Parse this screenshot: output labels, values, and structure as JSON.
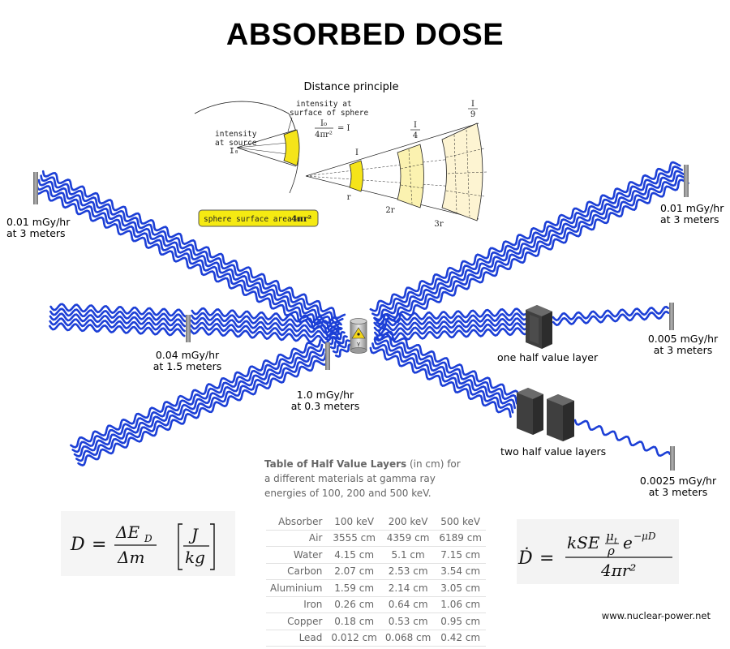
{
  "title": "ABSORBED DOSE",
  "inset": {
    "heading": "Distance principle",
    "intensity_at_source_line1": "intensity",
    "intensity_at_source_line2": "at source",
    "source_symbol": "I₀",
    "intensity_surface_line1": "intensity at",
    "intensity_surface_line2": "surface of sphere",
    "formula_numerator": "I₀",
    "formula_denominator": "4πr²",
    "formula_result": "= I",
    "label_I": "I",
    "label_I4_num": "I",
    "label_I4_den": "4",
    "label_I9_num": "I",
    "label_I9_den": "9",
    "label_r": "r",
    "label_2r": "2r",
    "label_3r": "3r",
    "sphere_area_text": "sphere surface area  =",
    "sphere_area_formula": "4πr²"
  },
  "source_symbol": "γ",
  "labels": {
    "upper_left_dose": "0.01 mGy/hr",
    "upper_left_dist": "at 3 meters",
    "upper_right_dose": "0.01 mGy/hr",
    "upper_right_dist": "at 3 meters",
    "mid_left_dose": "0.04 mGy/hr",
    "mid_left_dist": "at 1.5 meters",
    "near_dose": "1.0 mGy/hr",
    "near_dist": "at 0.3 meters",
    "mid_right_dose": "0.005 mGy/hr",
    "mid_right_dist": "at 3 meters",
    "one_hvl": "one half value layer",
    "two_hvl": "two half value layers",
    "lower_right_dose": "0.0025 mGy/hr",
    "lower_right_dist": "at 3 meters"
  },
  "hvl_caption": {
    "bold": "Table of Half Value Layers",
    "rest": " (in cm) for a different materials at gamma ray energies of 100, 200 and 500 keV."
  },
  "hvl_table": {
    "header": [
      "Absorber",
      "100 keV",
      "200 keV",
      "500 keV"
    ],
    "rows": [
      [
        "Air",
        "3555 cm",
        "4359 cm",
        "6189 cm"
      ],
      [
        "Water",
        "4.15 cm",
        "5.1 cm",
        "7.15 cm"
      ],
      [
        "Carbon",
        "2.07 cm",
        "2.53 cm",
        "3.54 cm"
      ],
      [
        "Aluminium",
        "1.59 cm",
        "2.14 cm",
        "3.05 cm"
      ],
      [
        "Iron",
        "0.26 cm",
        "0.64 cm",
        "1.06 cm"
      ],
      [
        "Copper",
        "0.18 cm",
        "0.53 cm",
        "0.95 cm"
      ],
      [
        "Lead",
        "0.012 cm",
        "0.068 cm",
        "0.42 cm"
      ]
    ]
  },
  "formula_left": {
    "lhs": "D",
    "eq": "=",
    "num": "ΔE",
    "num_sub": "D",
    "den": "Δm",
    "unit_num": "J",
    "unit_den": "kg"
  },
  "formula_right": {
    "lhs": "Ḋ",
    "eq": "=",
    "num_prefix": "kSE",
    "frac_num": "μ",
    "frac_num_sub": "t",
    "frac_den": "ρ",
    "exp_base": "e",
    "exp": "−μD",
    "den": "4πr²"
  },
  "website": "www.nuclear-power.net",
  "colors": {
    "wave": "#1c3fd6",
    "detector": "#8c8c8c",
    "shield": "#4a4a4a",
    "inset_yellow": "#f5e41a",
    "inset_light": "#fbf2b0",
    "inset_pale": "#fdf4d2",
    "table_text": "#666666"
  }
}
